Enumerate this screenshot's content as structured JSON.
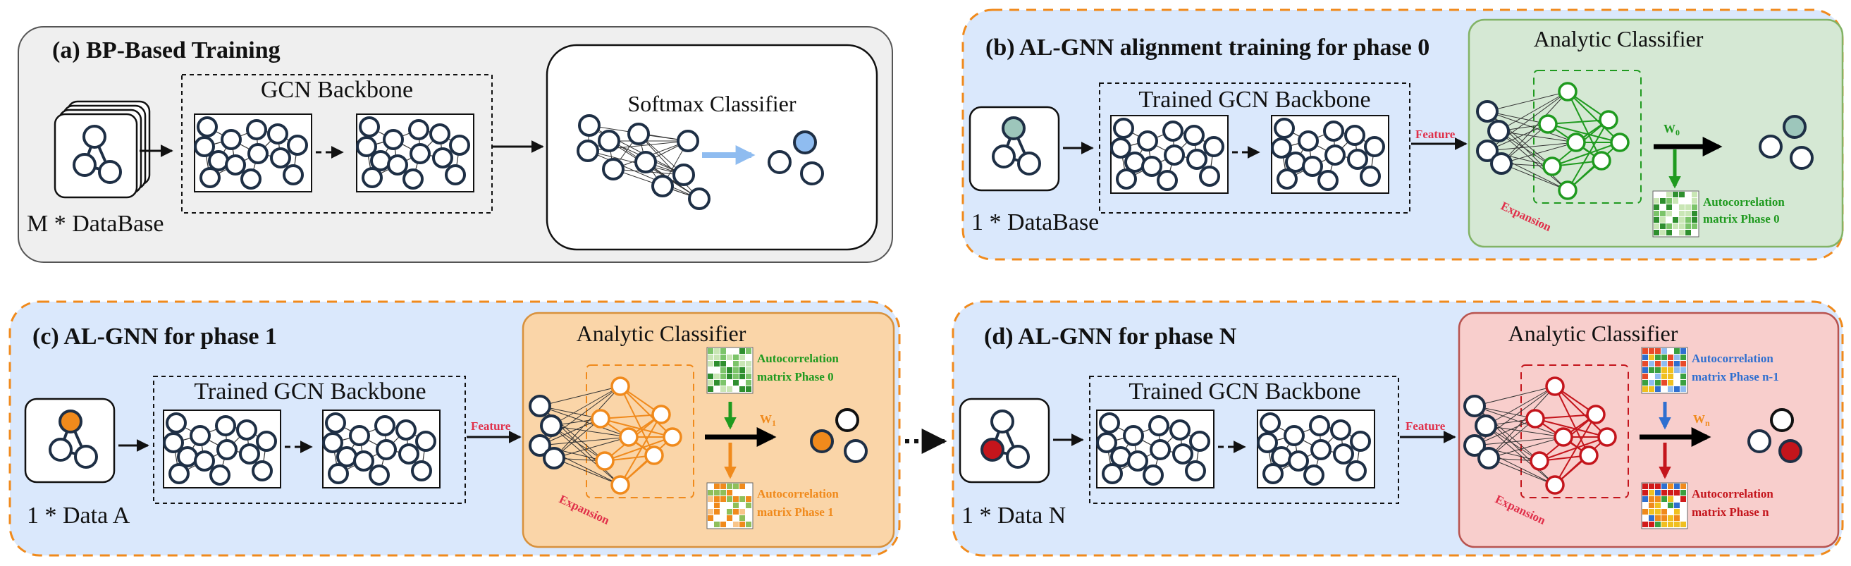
{
  "panels": {
    "a": {
      "title": "(a) BP-Based Training",
      "input_label": "M * DataBase",
      "backbone_label": "GCN Backbone",
      "classifier_label": "Softmax Classifier"
    },
    "b": {
      "title": "(b) AL-GNN alignment training for phase 0",
      "input_label": "1 * DataBase",
      "backbone_label": "Trained GCN Backbone",
      "classifier_label": "Analytic Classifier",
      "feature_label": "Feature",
      "expansion_label": "Expansion",
      "weight_label": "W",
      "weight_sub": "0",
      "matrix_line1": "Autocorrelation",
      "matrix_line2": "matrix  Phase 0"
    },
    "c": {
      "title": "(c) AL-GNN for phase 1",
      "input_label": "1 * Data A",
      "backbone_label": "Trained GCN Backbone",
      "classifier_label": "Analytic Classifier",
      "feature_label": "Feature",
      "expansion_label": "Expansion",
      "weight_label": "W",
      "weight_sub": "1",
      "matrix_in_line1": "Autocorrelation",
      "matrix_in_line2": "matrix  Phase 0",
      "matrix_out_line1": "Autocorrelation",
      "matrix_out_line2": "matrix  Phase 1"
    },
    "d": {
      "title": "(d) AL-GNN for phase N",
      "input_label": "1 * Data N",
      "backbone_label": "Trained GCN Backbone",
      "classifier_label": "Analytic Classifier",
      "feature_label": "Feature",
      "expansion_label": "Expansion",
      "weight_label": "W",
      "weight_sub": "n",
      "matrix_in_line1": "Autocorrelation",
      "matrix_in_line2": "matrix  Phase n-1",
      "matrix_out_line1": "Autocorrelation",
      "matrix_out_line2": "matrix  Phase n"
    }
  },
  "colors": {
    "node_stroke": "#1e2f45",
    "blue_node": "#8fbcf0",
    "teal_node": "#9dc6bb",
    "orange_node": "#f08a1c",
    "red_node": "#c4151c",
    "green": "#1f9a1f",
    "orange": "#f08a1c",
    "red": "#d11a1a",
    "blue_text": "#2f6fd0",
    "feature_red": "#e0304a"
  }
}
